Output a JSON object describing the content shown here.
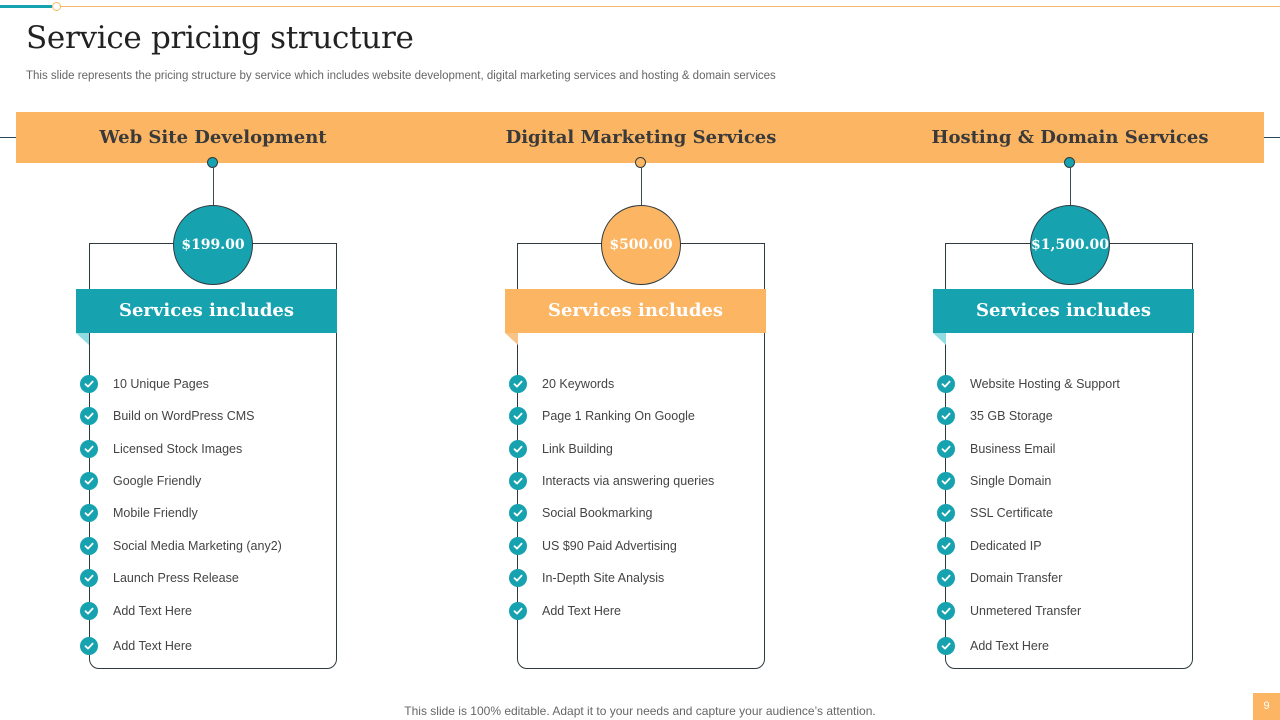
{
  "slide": {
    "title": "Service pricing structure",
    "subtitle": "This slide represents the pricing structure by service which includes website development, digital marketing services and hosting & domain services",
    "footer": "This slide is 100% editable. Adapt it to your needs and capture your audience’s attention.",
    "page_number": "9"
  },
  "colors": {
    "teal": "#17a2b0",
    "orange": "#fbb563",
    "dark_outline": "#2f3a3f"
  },
  "columns": [
    {
      "title": "Web Site Development",
      "price": "$199.00",
      "accent": "teal",
      "services_label": "Services includes",
      "items": [
        "10 Unique Pages",
        "Build on WordPress CMS",
        "Licensed Stock Images",
        "Google Friendly",
        "Mobile Friendly",
        "Social Media Marketing (any2)",
        "Launch Press Release",
        "Add Text Here",
        "Add Text Here"
      ]
    },
    {
      "title": "Digital Marketing Services",
      "price": "$500.00",
      "accent": "orange",
      "services_label": "Services includes",
      "items": [
        "20 Keywords",
        "Page 1 Ranking On Google",
        "Link Building",
        "Interacts via answering queries",
        "Social Bookmarking",
        "US $90 Paid Advertising",
        "In-Depth Site Analysis",
        "Add Text Here"
      ]
    },
    {
      "title": "Hosting & Domain Services",
      "price": "$1,500.00",
      "accent": "teal",
      "services_label": "Services includes",
      "items": [
        "Website Hosting & Support",
        "35 GB Storage",
        "Business Email",
        "Single Domain",
        "SSL Certificate",
        "Dedicated IP",
        "Domain Transfer",
        "Unmetered Transfer",
        "Add Text Here"
      ]
    }
  ],
  "icons": {
    "check": "check-circle-icon"
  }
}
